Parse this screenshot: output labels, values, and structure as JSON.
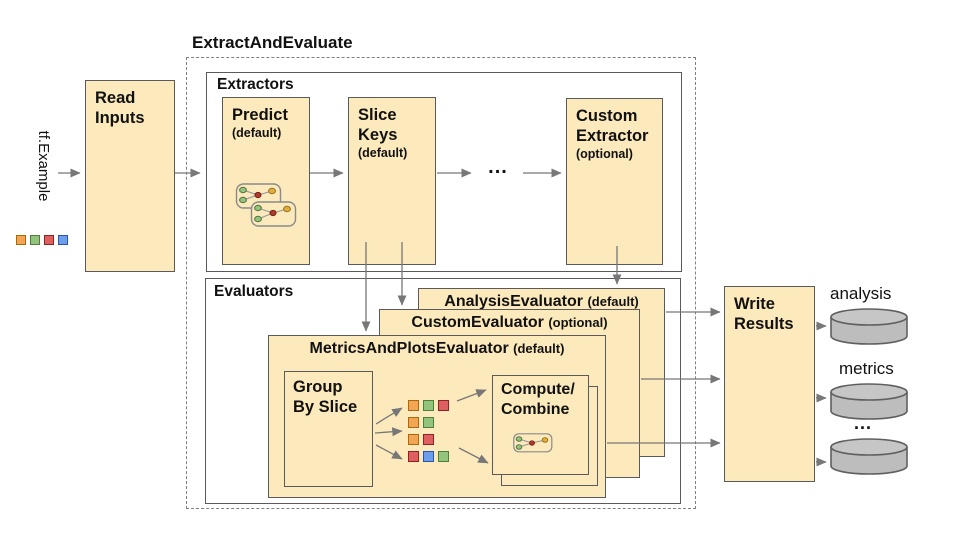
{
  "palette": {
    "box_fill": "#FCE9BC",
    "box_border": "#5a5a5a",
    "arrow": "#777777",
    "cylinder_fill": "#bdbdbd",
    "cylinder_top": "#c6c6c6",
    "cylinder_border": "#5f5f5f",
    "orange": {
      "fill": "#F2A654",
      "border": "#a8690f"
    },
    "green": {
      "fill": "#93C47D",
      "border": "#4e7f38"
    },
    "red": {
      "fill": "#DD5F5F",
      "border": "#8f2222"
    },
    "blue": {
      "fill": "#6D9EEB",
      "border": "#2a54a8"
    }
  },
  "input": {
    "label": "tf.Example",
    "squares": [
      "orange",
      "green",
      "red",
      "blue"
    ]
  },
  "read_inputs": {
    "line1": "Read",
    "line2": "Inputs"
  },
  "pipeline": {
    "title": "ExtractAndEvaluate",
    "extractors": {
      "label": "Extractors",
      "predict": {
        "line1": "Predict",
        "sub": "(default)"
      },
      "slice_keys": {
        "line1": "Slice",
        "line2": "Keys",
        "sub": "(default)"
      },
      "ellipsis": "...",
      "custom": {
        "line1": "Custom",
        "line2": "Extractor",
        "sub": "(optional)"
      }
    },
    "evaluators": {
      "label": "Evaluators",
      "analysis": {
        "name": "AnalysisEvaluator",
        "sub": "(default)"
      },
      "custom": {
        "name": "CustomEvaluator",
        "sub": "(optional)"
      },
      "metrics": {
        "name": "MetricsAndPlotsEvaluator",
        "sub": "(default)"
      },
      "group_by_slice": {
        "line1": "Group",
        "line2": "By Slice"
      },
      "compute_combine": {
        "line1": "Compute/",
        "line2": "Combine"
      },
      "slice_rows": [
        [
          "orange",
          "green",
          "red"
        ],
        [
          "orange",
          "green"
        ],
        [
          "orange",
          "red"
        ],
        [
          "red",
          "blue",
          "green"
        ]
      ]
    }
  },
  "write_results": {
    "line1": "Write",
    "line2": "Results"
  },
  "outputs": {
    "label1": "analysis",
    "label2": "metrics",
    "ellipsis": "..."
  }
}
